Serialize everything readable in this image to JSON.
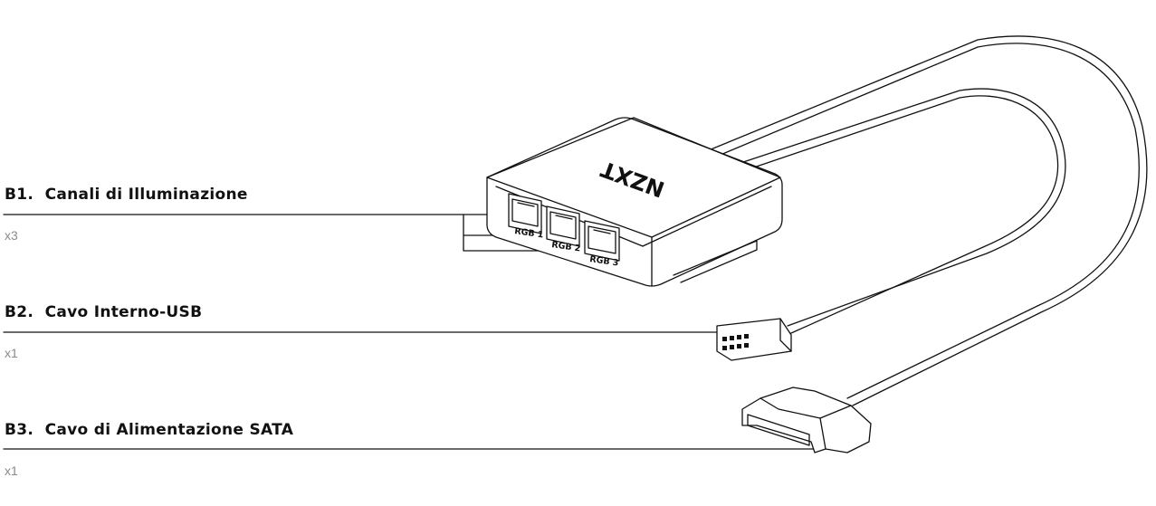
{
  "labels": [
    {
      "code": "B1.",
      "name": "Canali di Illuminazione",
      "qty": "x3"
    },
    {
      "code": "B2.",
      "name": "Cavo Interno-USB",
      "qty": "x1"
    },
    {
      "code": "B3.",
      "name": "Cavo di Alimentazione SATA",
      "qty": "x1"
    }
  ],
  "device": {
    "brand": "NZXT",
    "ports": [
      "RGB 1",
      "RGB 2",
      "RGB 3"
    ]
  },
  "colors": {
    "line": "#111111",
    "qty": "#8a8a8a"
  }
}
